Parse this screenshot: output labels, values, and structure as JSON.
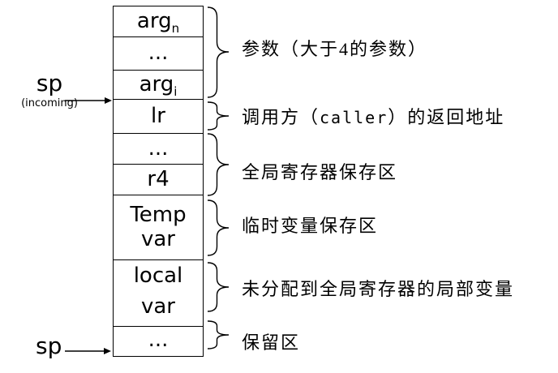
{
  "diagram": {
    "pointers": {
      "sp_incoming": {
        "label": "sp",
        "sublabel": "(incoming)"
      },
      "sp_bottom": {
        "label": "sp"
      }
    },
    "stack_rows": [
      {
        "label": "arg",
        "sub": "n"
      },
      {
        "label": "..."
      },
      {
        "label": "arg",
        "sub": "i"
      },
      {
        "label": "lr"
      },
      {
        "label": "..."
      },
      {
        "label": "r4"
      },
      {
        "label": "Temp",
        "label2": "var"
      },
      {
        "label": "local",
        "label2": "var"
      },
      {
        "label": "..."
      }
    ],
    "annotations": [
      {
        "text": "参数（大于4的参数）"
      },
      {
        "pre": "调用方（",
        "code": "caller",
        "post": "）的返回地址"
      },
      {
        "text": "全局寄存器保存区"
      },
      {
        "text": "临时变量保存区"
      },
      {
        "text": "未分配到全局寄存器的局部变量"
      },
      {
        "text": "保留区"
      }
    ],
    "colors": {
      "line": "#000000",
      "background": "#ffffff",
      "text": "#000000"
    }
  }
}
